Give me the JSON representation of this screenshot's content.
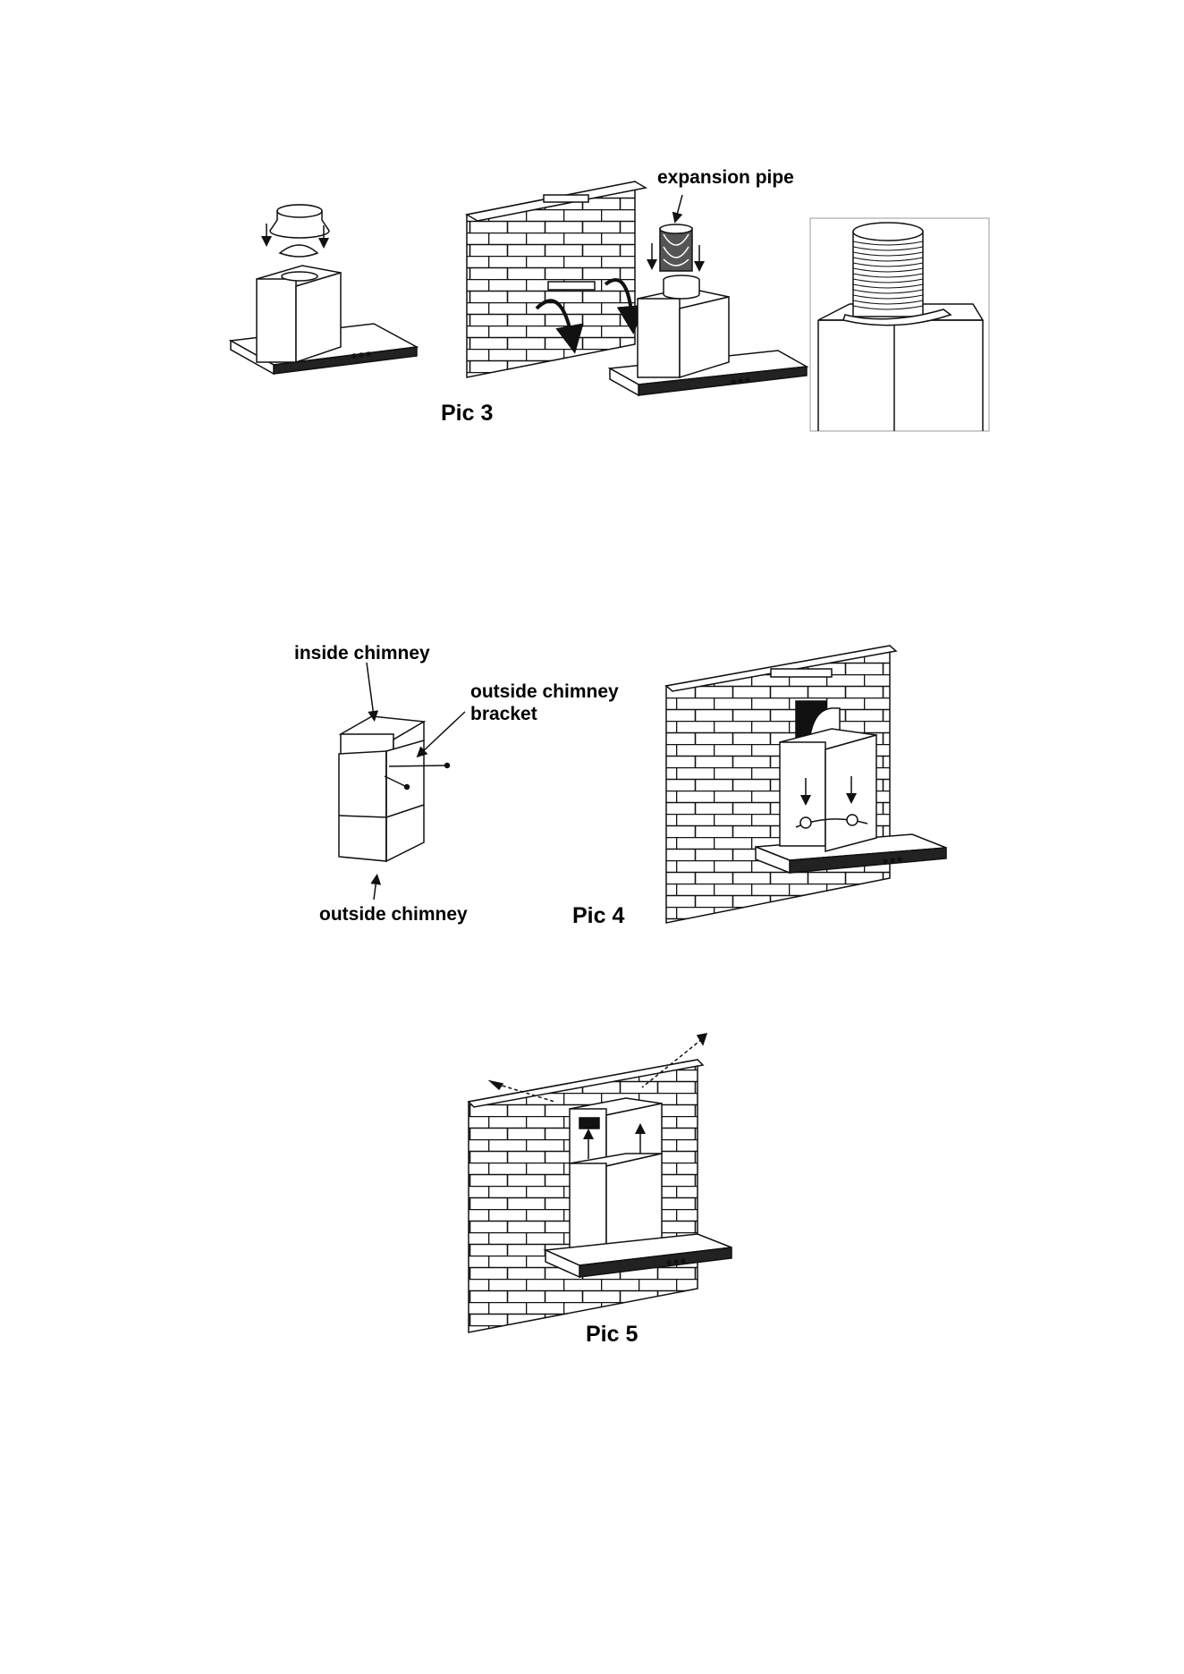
{
  "figures": {
    "pic3": {
      "caption": "Pic 3",
      "labels": {
        "expansion_pipe": "expansion pipe"
      }
    },
    "pic4": {
      "caption": "Pic 4",
      "labels": {
        "inside_chimney": "inside chimney",
        "outside_chimney_bracket_line1": "outside chimney",
        "outside_chimney_bracket_line2": "bracket",
        "outside_chimney": "outside chimney"
      }
    },
    "pic5": {
      "caption": "Pic 5"
    }
  },
  "colors": {
    "ink": "#111111",
    "paper": "#ffffff",
    "panel_dark": "#222222"
  }
}
